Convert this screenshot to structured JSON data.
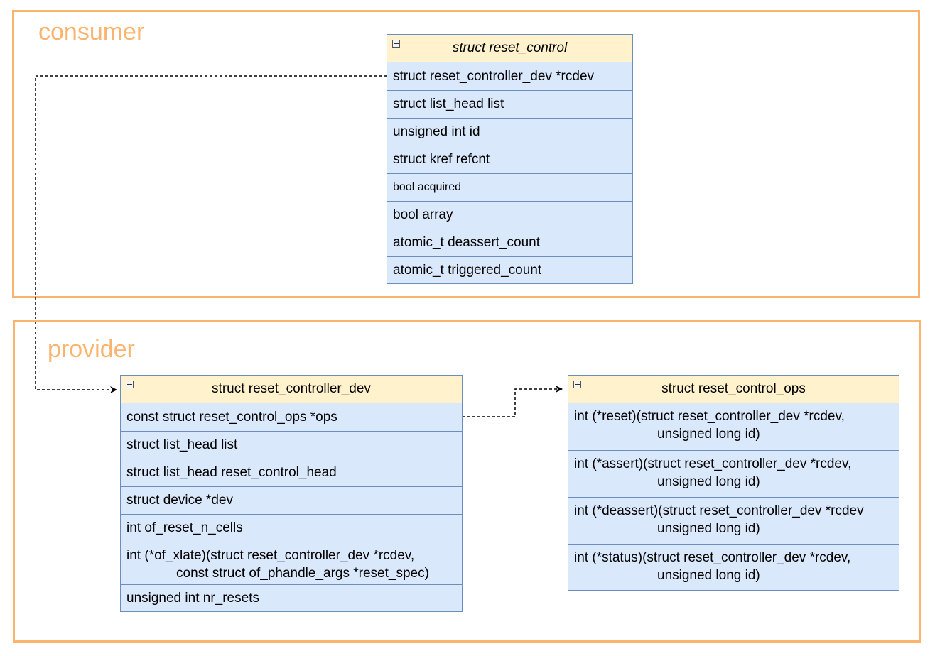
{
  "groups": {
    "consumer": {
      "label": "consumer"
    },
    "provider": {
      "label": "provider"
    }
  },
  "reset_control": {
    "title": "struct reset_control",
    "fields": [
      "struct reset_controller_dev *rcdev",
      "struct list_head list",
      "unsigned int id",
      "struct kref refcnt",
      "bool acquired",
      "bool array",
      "atomic_t deassert_count",
      "atomic_t triggered_count"
    ]
  },
  "reset_controller_dev": {
    "title": "struct reset_controller_dev",
    "fields": [
      "const struct reset_control_ops *ops",
      "struct list_head list",
      "struct list_head reset_control_head",
      "struct device *dev",
      "int of_reset_n_cells"
    ],
    "xlate_line1": "int (*of_xlate)(struct reset_controller_dev *rcdev,",
    "xlate_line2": "const struct of_phandle_args *reset_spec)",
    "last_field": "unsigned int nr_resets"
  },
  "reset_control_ops": {
    "title": "struct reset_control_ops",
    "ops": [
      {
        "line1": "int (*reset)(struct reset_controller_dev *rcdev,",
        "line2": "unsigned long id)"
      },
      {
        "line1": "int (*assert)(struct reset_controller_dev *rcdev,",
        "line2": "unsigned long id)"
      },
      {
        "line1": "int (*deassert)(struct reset_controller_dev *rcdev",
        "line2": "unsigned long id)"
      },
      {
        "line1": "int (*status)(struct reset_controller_dev *rcdev,",
        "line2": "unsigned long id)"
      }
    ]
  },
  "colors": {
    "group_border": "#fbb46e",
    "header_fill": "#fff2cc",
    "header_border": "#d6b656",
    "row_fill": "#dae8fc",
    "row_border": "#6c8ebf"
  },
  "icons": {
    "collapse": "collapse-icon",
    "arrow": "dashed-arrow"
  }
}
